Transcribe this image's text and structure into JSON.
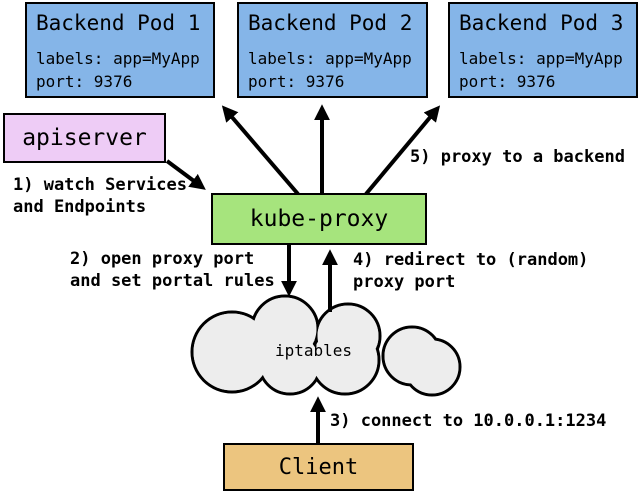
{
  "diagram": {
    "nodes": {
      "backend_pods": [
        {
          "title": "Backend Pod 1",
          "labels_line": "labels: app=MyApp",
          "port_line": "port: 9376"
        },
        {
          "title": "Backend Pod 2",
          "labels_line": "labels: app=MyApp",
          "port_line": "port: 9376"
        },
        {
          "title": "Backend Pod 3",
          "labels_line": "labels: app=MyApp",
          "port_line": "port: 9376"
        }
      ],
      "apiserver": {
        "label": "apiserver"
      },
      "kube_proxy": {
        "label": "kube-proxy"
      },
      "iptables": {
        "label": "iptables"
      },
      "client": {
        "label": "Client"
      }
    },
    "annotations": {
      "step1": {
        "line1": "1) watch Services",
        "line2": "and Endpoints"
      },
      "step2": {
        "line1": "2) open proxy port",
        "line2": "and set portal rules"
      },
      "step3": {
        "line1": "3) connect to 10.0.0.1:1234"
      },
      "step4": {
        "line1": "4) redirect to (random)",
        "line2": "proxy port"
      },
      "step5": {
        "line1": "5) proxy to a backend"
      }
    },
    "colors": {
      "pod_fill": "#85b5e8",
      "apiserver_fill": "#eeccf6",
      "kube_proxy_fill": "#a6e47d",
      "client_fill": "#ecc57f",
      "cloud_fill": "#ededed",
      "stroke": "#000000",
      "background": "#ffffff"
    }
  }
}
